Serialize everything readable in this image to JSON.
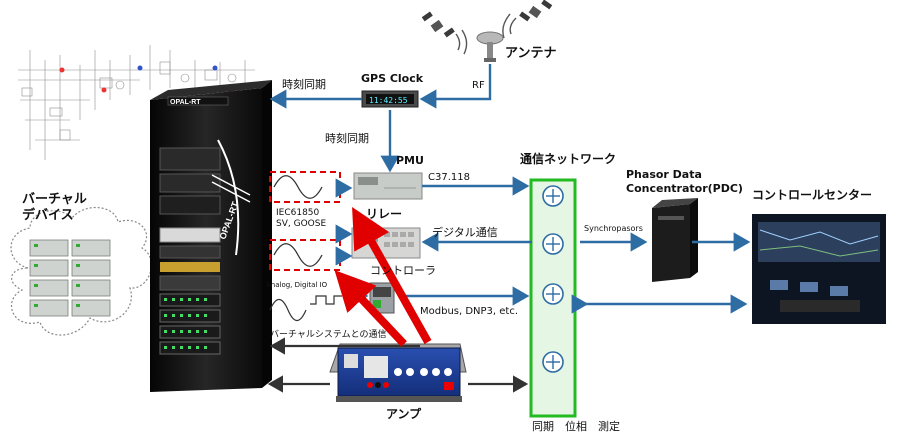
{
  "labels": {
    "antenna": "アンテナ",
    "rf": "RF",
    "gps_clock": "GPS Clock",
    "time_sync_1": "時刻同期",
    "time_sync_2": "時刻同期",
    "pmu": "PMU",
    "c37": "C37.118",
    "network": "通信ネットワーク",
    "pdc": "Phasor Data\nConcentrator(PDC)",
    "control_center": "コントロールセンター",
    "relay": "リレー",
    "iec": "IEC61850\nSV, GOOSE",
    "digital_comm": "デジタル通信",
    "synchrophasors": "Synchropasors",
    "controller": "コントローラ",
    "analog_digital_io": "Analog, Digital IO",
    "modbus": "Modbus, DNP3, etc.",
    "virtual_system_comm": "バーチャルシステムとの通信",
    "amp": "アンプ",
    "virtual_device": "バーチャル\nデバイス",
    "sync_phase_measure": "同期　位相　測定",
    "rack_brand": "OPAL-RT",
    "gps_display": "11:42:55"
  },
  "colors": {
    "arrow": "#2e6da4",
    "red": "#e00000",
    "network_border": "#22bb22",
    "network_fill": "#e5f6e5",
    "rack": "#141414"
  }
}
